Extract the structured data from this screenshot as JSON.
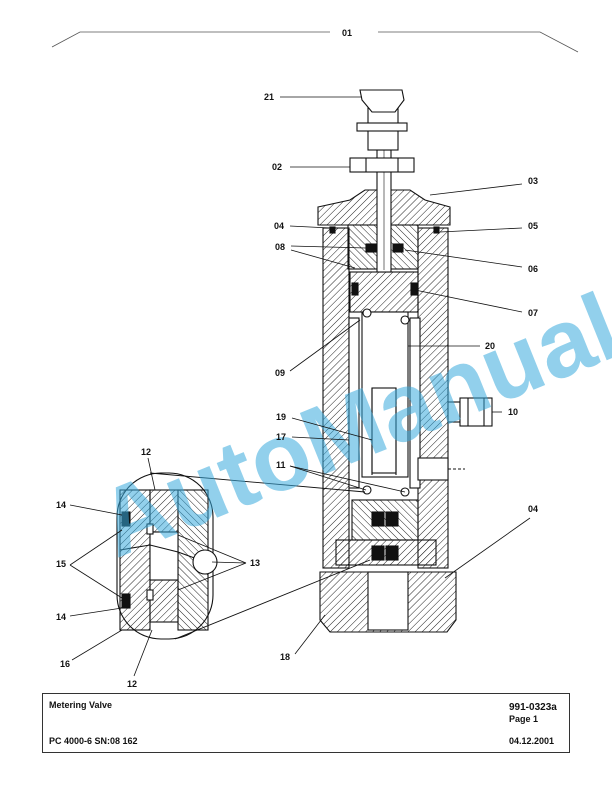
{
  "page_number": "01",
  "watermark": "AutoManual",
  "callouts": {
    "c21": "21",
    "c02": "02",
    "c03": "03",
    "c04a": "04",
    "c05": "05",
    "c08": "08",
    "c06": "06",
    "c07": "07",
    "c09": "09",
    "c20": "20",
    "c19": "19",
    "c10": "10",
    "c17": "17",
    "c11": "11",
    "c04b": "04",
    "c18": "18",
    "c12a": "12",
    "c12b": "12",
    "c14a": "14",
    "c14b": "14",
    "c15": "15",
    "c13": "13",
    "c16": "16"
  },
  "title_block": {
    "title": "Metering Valve",
    "doc_number": "991-0323a",
    "page": "Page 1",
    "model": "PC 4000-6 SN:08 162",
    "date": "04.12.2001"
  },
  "colors": {
    "watermark": "#39a9dc",
    "line": "#111111"
  }
}
